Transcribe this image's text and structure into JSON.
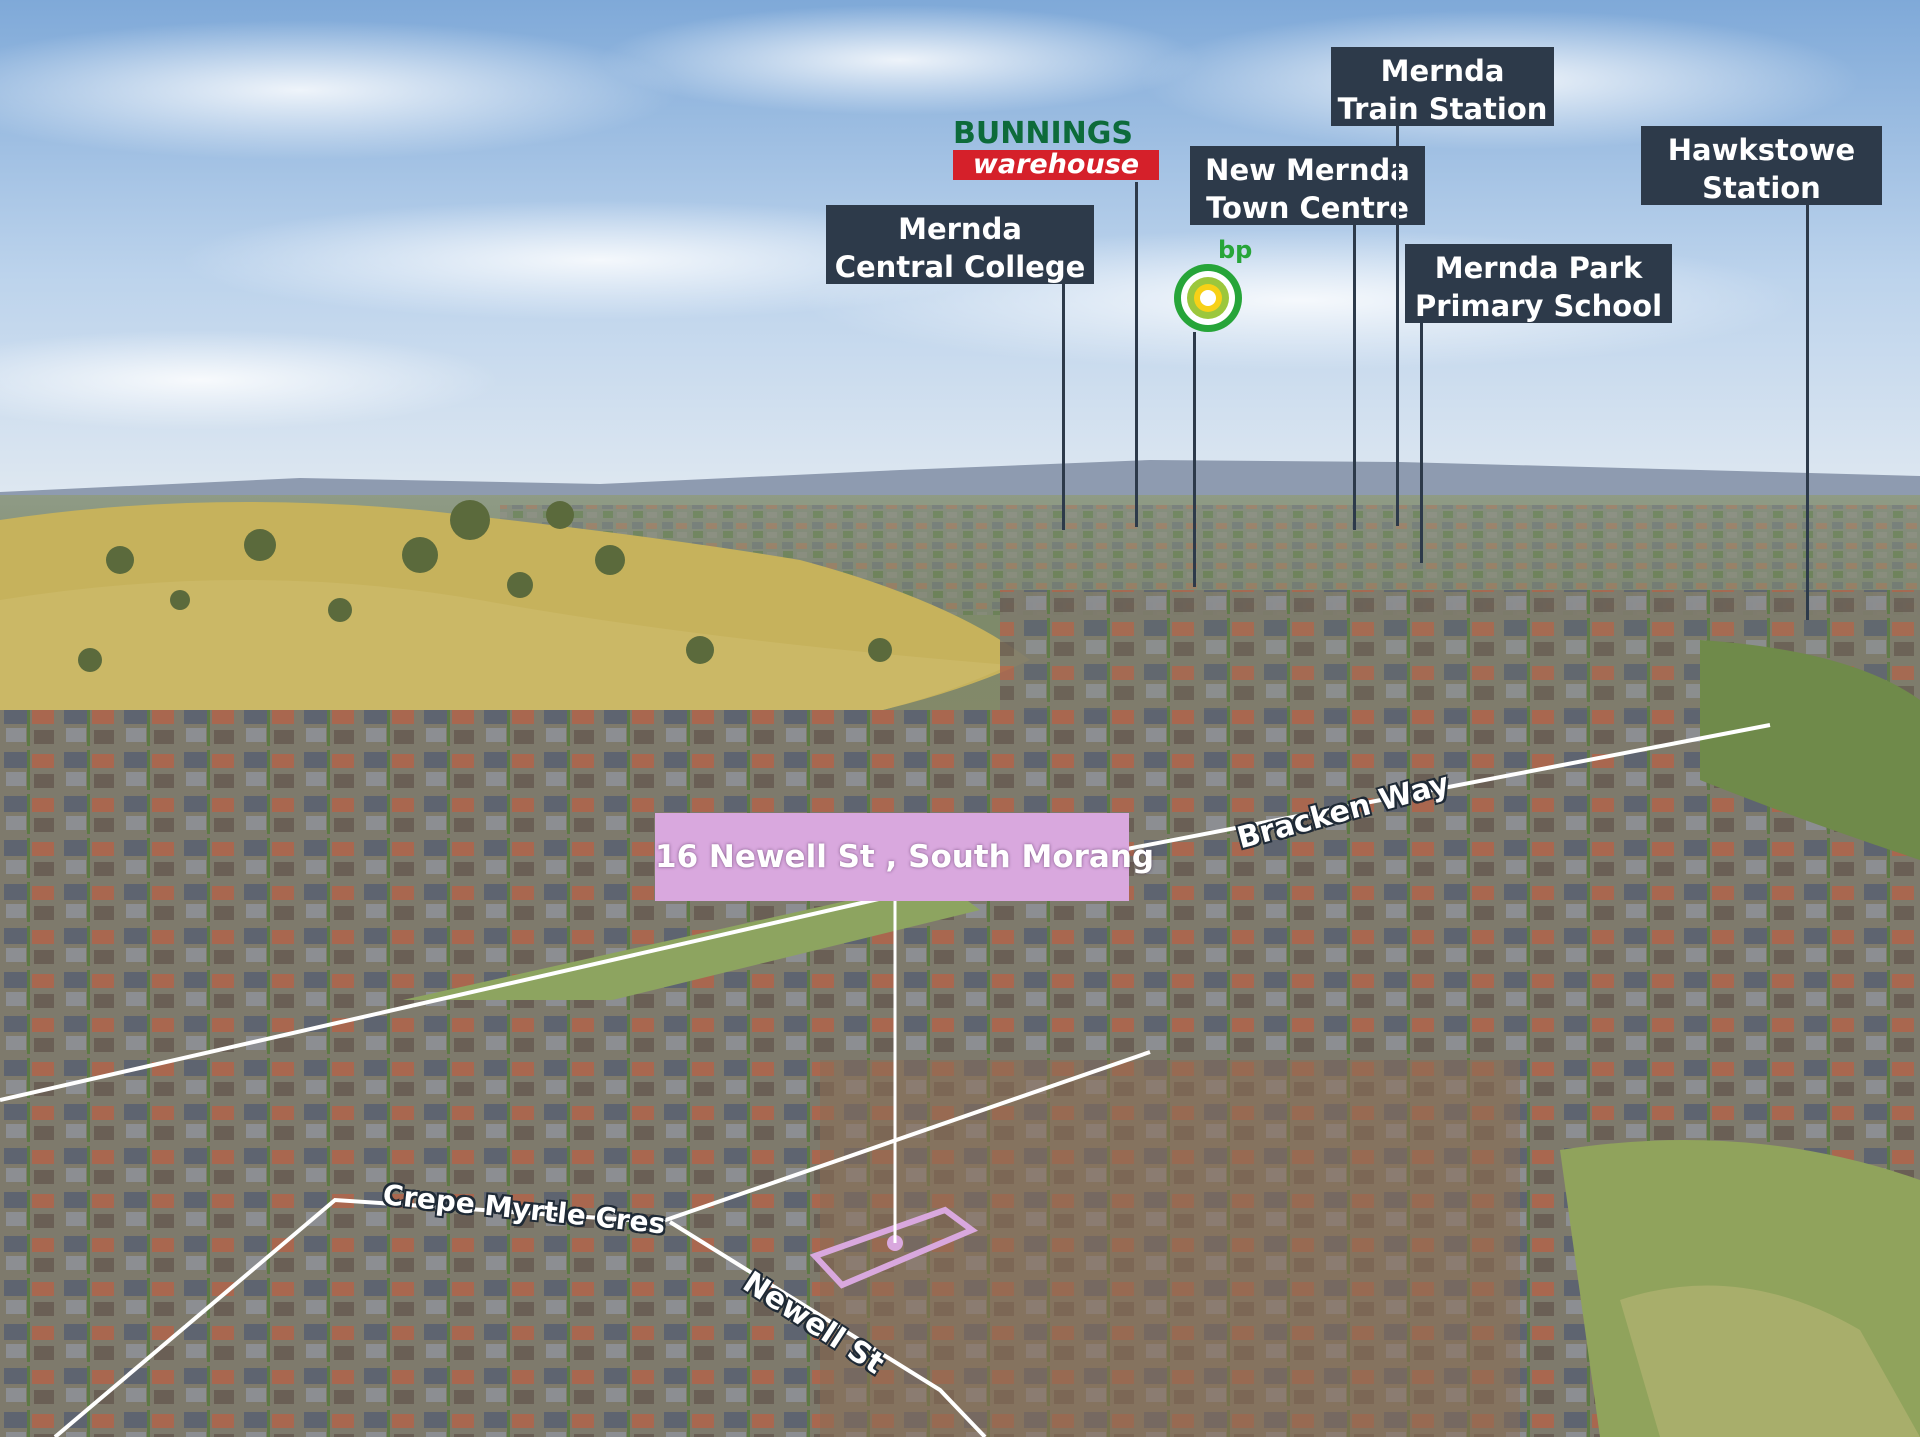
{
  "image": {
    "type": "aerial-real-estate-photo",
    "colors": {
      "label_bg": "#2d3a4a",
      "label_text": "#ffffff",
      "address_banner_bg": "#d9a8de",
      "boundary": "#d9a8de",
      "sky": "#9fc1e6",
      "grass": "#c9b35a",
      "bunnings_green": "#0d6b3a",
      "bunnings_red": "#d5202a",
      "bp_green": "#27a539",
      "bp_yellow": "#f7d117"
    }
  },
  "landmarks": [
    {
      "id": "mernda-central-college",
      "lines": [
        "Mernda",
        "Central College"
      ]
    },
    {
      "id": "new-mernda-town-centre",
      "lines": [
        "New Mernda",
        "Town Centre"
      ]
    },
    {
      "id": "mernda-train-station",
      "lines": [
        "Mernda",
        "Train Station"
      ]
    },
    {
      "id": "mernda-park-primary-school",
      "lines": [
        "Mernda Park",
        "Primary School"
      ]
    },
    {
      "id": "hawkstowe-station",
      "lines": [
        "Hawkstowe",
        "Station"
      ]
    }
  ],
  "logos": {
    "bunnings": {
      "top": "BUNNINGS",
      "bottom": "warehouse"
    },
    "bp": {
      "text": "bp",
      "icon": "bp-helios-icon"
    }
  },
  "address": "16 Newell St , South Morang",
  "streets": {
    "bracken_way": "Bracken Way",
    "crepe_myrtle": "Crepe Myrtle Cres",
    "newell": "Newell St"
  }
}
